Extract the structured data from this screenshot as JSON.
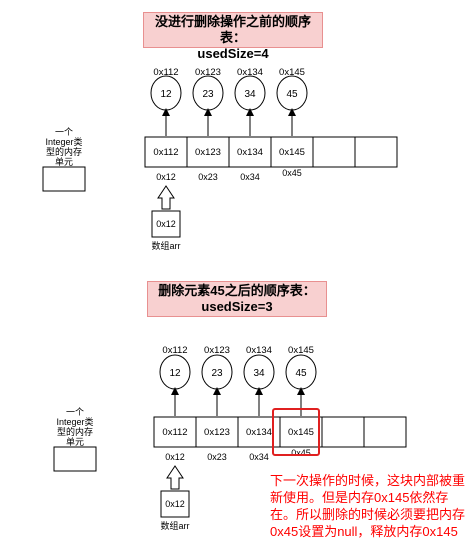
{
  "before": {
    "title_line1": "没进行删除操作之前的顺序表：",
    "title_line2": "usedSize=4",
    "objects": [
      {
        "addr": "0x112",
        "value": "12"
      },
      {
        "addr": "0x123",
        "value": "23"
      },
      {
        "addr": "0x134",
        "value": "34"
      },
      {
        "addr": "0x145",
        "value": "45"
      }
    ],
    "cells": [
      "0x112",
      "0x123",
      "0x134",
      "0x145",
      "",
      ""
    ],
    "array_addr": "0x12",
    "cell_below_labels": [
      "0x12",
      "0x23",
      "0x34",
      "0x45"
    ],
    "ref_box_value": "0x12",
    "ref_box_label": "数组arr",
    "side_label_lines": [
      "一个",
      "Integer类",
      "型的内存",
      "单元"
    ]
  },
  "after": {
    "title_line1": "删除元素45之后的顺序表：",
    "title_line2": "usedSize=3",
    "objects": [
      {
        "addr": "0x112",
        "value": "12"
      },
      {
        "addr": "0x123",
        "value": "23"
      },
      {
        "addr": "0x134",
        "value": "34"
      },
      {
        "addr": "0x145",
        "value": "45"
      }
    ],
    "cells": [
      "0x112",
      "0x123",
      "0x134",
      "0x145",
      "",
      ""
    ],
    "array_addr": "0x12",
    "cell_below_labels": [
      "0x12",
      "0x23",
      "0x34",
      "0x45"
    ],
    "ref_box_value": "0x12",
    "ref_box_label": "数组arr",
    "side_label_lines": [
      "一个",
      "Integer类",
      "型的内存",
      "单元"
    ]
  },
  "note": "下一次操作的时候，这块内部被重新使用。但是内存0x145依然存在。所以删除的时候必须要把内存0x45设置为null，释放内存0x145"
}
